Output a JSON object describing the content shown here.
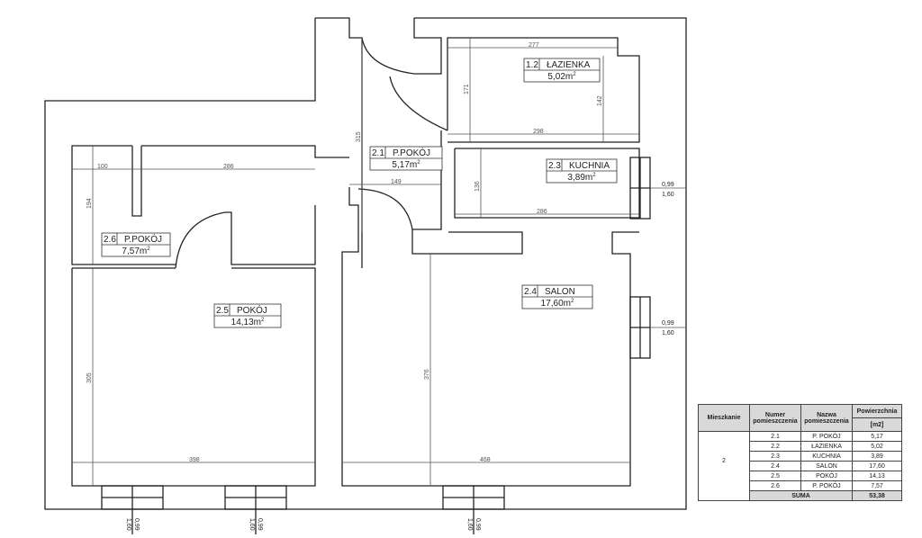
{
  "rooms": [
    {
      "num": "2.1",
      "name": "P.POKÓJ",
      "area": "5,17m",
      "sup": "2"
    },
    {
      "num": "1.2",
      "name": "ŁAZIENKA",
      "area": "5,02m",
      "sup": "2"
    },
    {
      "num": "2.3",
      "name": "KUCHNIA",
      "area": "3,89m",
      "sup": "2"
    },
    {
      "num": "2.6",
      "name": "P.POKÓJ",
      "area": "7,57m",
      "sup": "2"
    },
    {
      "num": "2.5",
      "name": "POKÓJ",
      "area": "14,13m",
      "sup": "2"
    },
    {
      "num": "2.4",
      "name": "SALON",
      "area": "17,60m",
      "sup": "2"
    }
  ],
  "dims": {
    "d277": "277",
    "d171": "171",
    "d142": "142",
    "d298": "298",
    "d315": "315",
    "d149": "149",
    "d136": "136",
    "d286k": "286",
    "d100": "100",
    "d286": "286",
    "d194": "194",
    "d305": "305",
    "d376": "376",
    "d398": "398",
    "d468": "468"
  },
  "windows": {
    "width": "0,99",
    "height": "1,60"
  },
  "table": {
    "headers": [
      "Mieszkanie",
      "Numer pomieszczenia",
      "Nazwa pomieszczenia",
      "Powierzchnia"
    ],
    "unit": "[m2]",
    "apartment": "2",
    "rows": [
      {
        "num": "2.1",
        "name": "P. POKÓJ",
        "area": "5,17"
      },
      {
        "num": "2.2",
        "name": "ŁAZIENKA",
        "area": "5,02"
      },
      {
        "num": "2.3",
        "name": "KUCHNIA",
        "area": "3,89"
      },
      {
        "num": "2.4",
        "name": "SALON",
        "area": "17,60"
      },
      {
        "num": "2.5",
        "name": "POKÓJ",
        "area": "14,13"
      },
      {
        "num": "2.6",
        "name": "P. POKÓJ",
        "area": "7,57"
      }
    ],
    "sum_label": "SUMA",
    "sum_value": "53,38"
  }
}
